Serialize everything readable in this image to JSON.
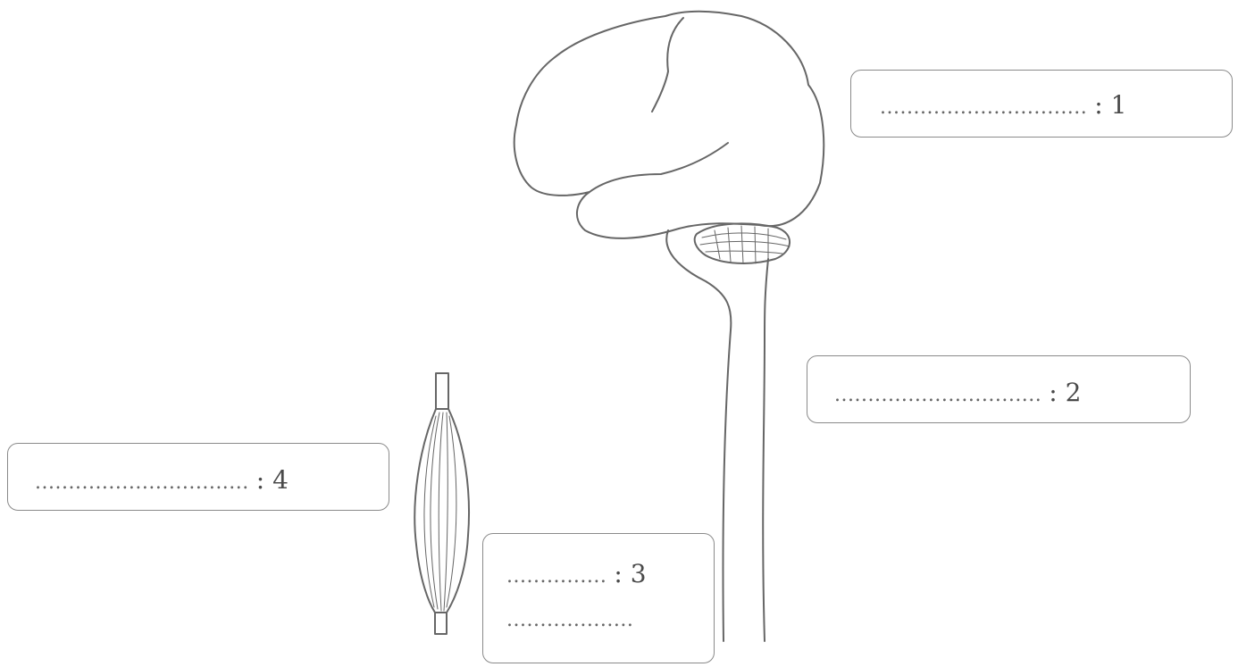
{
  "diagram": {
    "colors": {
      "stroke": "#666666",
      "box_border": "#8a8a8a",
      "text": "#4a4a4a"
    },
    "labels": [
      {
        "id": "1",
        "dots": "...............................",
        "text": ": 1"
      },
      {
        "id": "2",
        "dots": "...............................",
        "text": ": 2"
      },
      {
        "id": "3",
        "dots": "...............",
        "text": ": 3",
        "second_dots": "..................."
      },
      {
        "id": "4",
        "dots": "................................",
        "text": ": 4"
      }
    ]
  }
}
